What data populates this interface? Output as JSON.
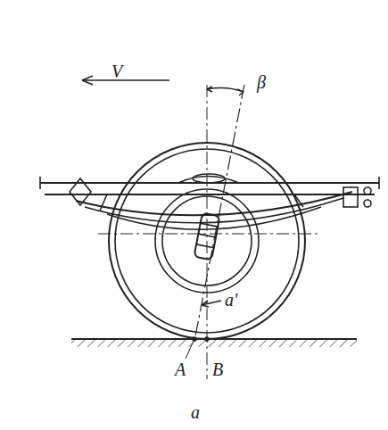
{
  "diagram": {
    "labels": [
      "V",
      "β",
      "a'",
      "A",
      "B",
      "a"
    ]
  }
}
